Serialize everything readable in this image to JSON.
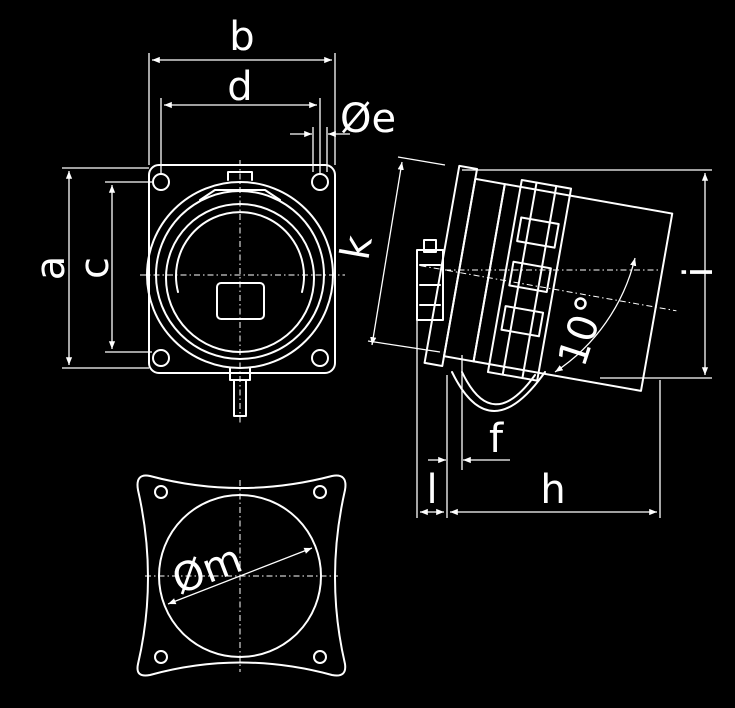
{
  "labels": {
    "a": "a",
    "b": "b",
    "c": "c",
    "d": "d",
    "e": "Øe",
    "f": "f",
    "h": "h",
    "i": "i",
    "k": "k",
    "l": "l",
    "m": "Øm",
    "angle": "10°"
  },
  "colors": {
    "background": "#000000",
    "line": "#ffffff"
  }
}
